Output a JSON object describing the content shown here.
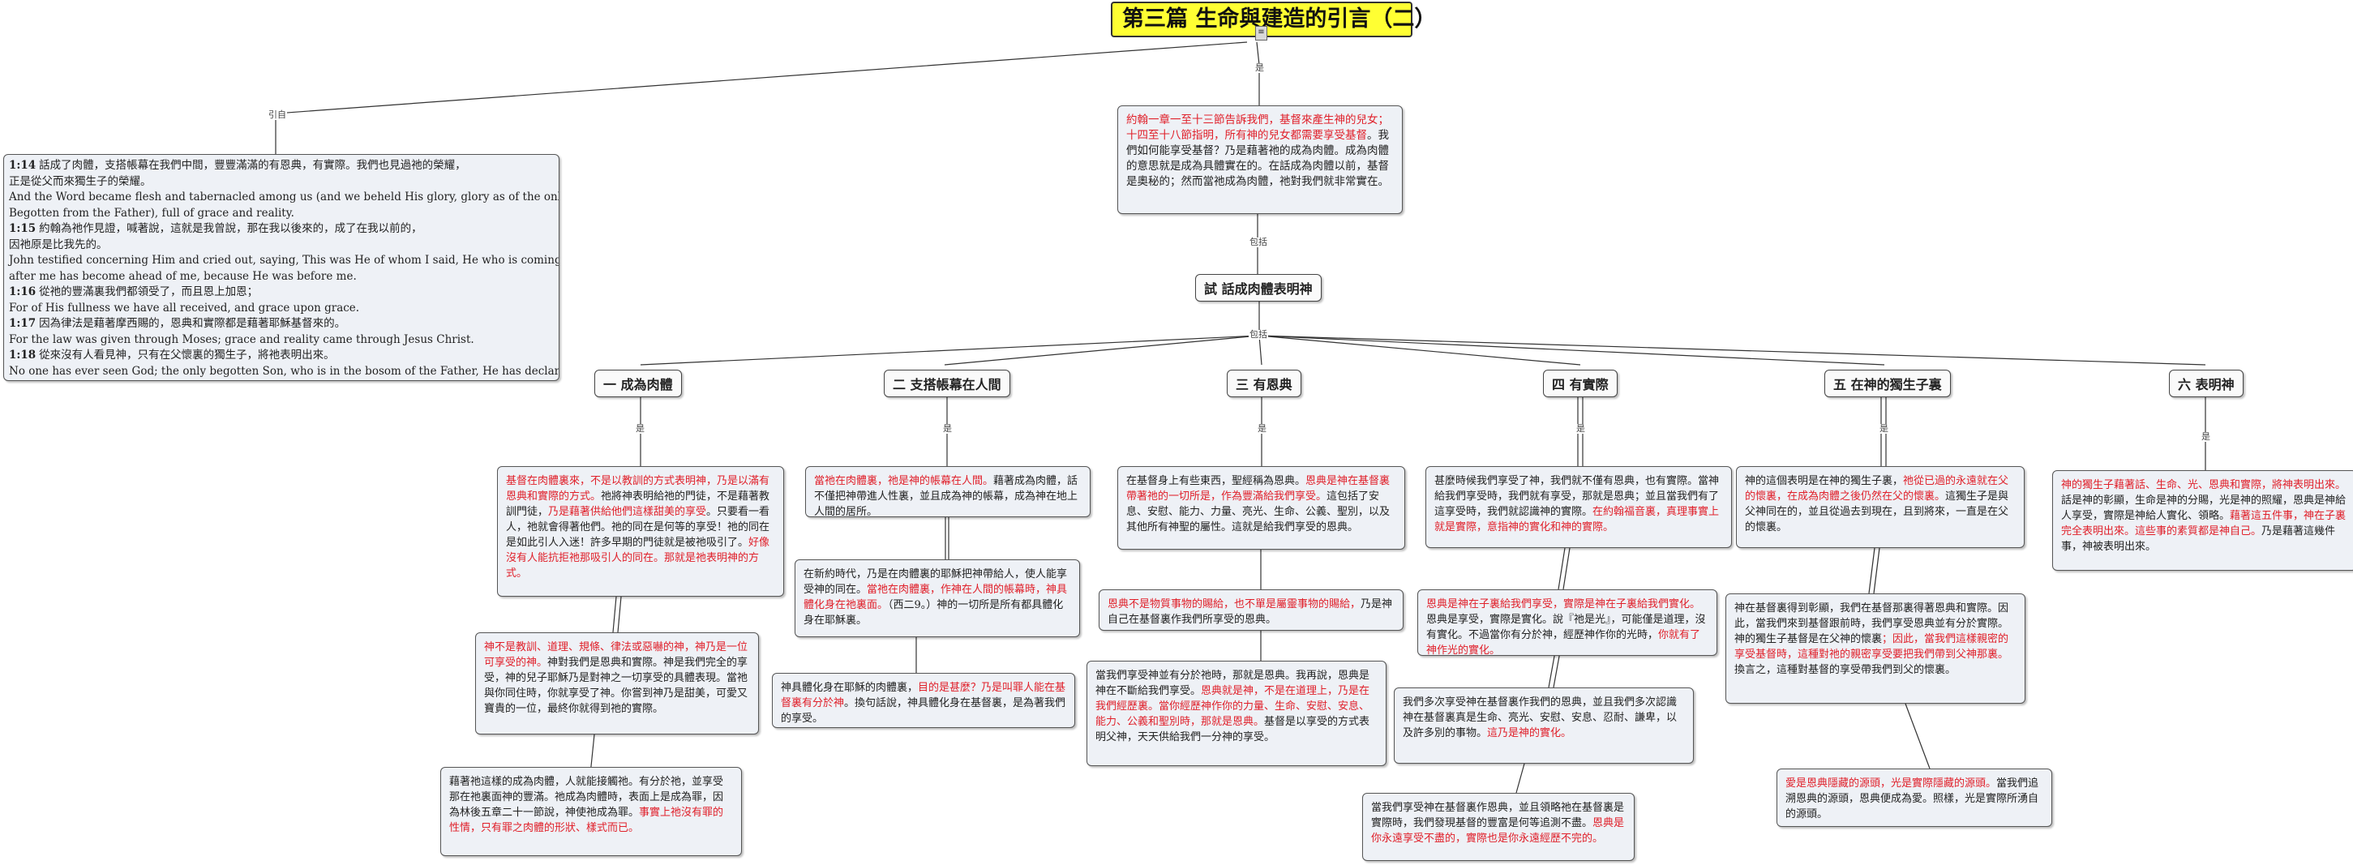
{
  "title": "第三篇 生命與建造的引言（二）",
  "labels": {
    "quote": "引自",
    "outline": "是",
    "include1": "包括",
    "include2": "包括",
    "is": "是"
  },
  "verses": [
    {
      "ref": "1:14",
      "zh": "話成了肉體，支搭帳幕在我們中間，豐豐滿滿的有恩典，有實際。我們也見過祂的榮耀，",
      "zh2": "正是從父而來獨生子的榮耀。",
      "en": "And the Word became flesh and tabernacled among us (and we beheld His glory, glory as of the only",
      "en2": "Begotten from the Father), full of grace and reality."
    },
    {
      "ref": "1:15",
      "zh": "約翰為祂作見證，喊著說，這就是我曾說，那在我以後來的，成了在我以前的，",
      "zh2": "因祂原是比我先的。",
      "en": "John testified concerning Him and cried out, saying, This was He of whom I said, He who is coming",
      "en2": "after me has become ahead of me, because He was before me."
    },
    {
      "ref": "1:16",
      "zh": "從祂的豐滿裏我們都領受了，而且恩上加恩；",
      "zh2": "",
      "en": "For of His fullness we have all received, and grace upon grace.",
      "en2": ""
    },
    {
      "ref": "1:17",
      "zh": "因為律法是藉著摩西賜的，恩典和實際都是藉著耶穌基督來的。",
      "zh2": "",
      "en": "For the law was given through Moses; grace and reality came through Jesus Christ.",
      "en2": ""
    },
    {
      "ref": "1:18",
      "zh": "從來沒有人看見神，只有在父懷裏的獨生子，將祂表明出來。",
      "zh2": "",
      "en": "No one has ever seen God; the only begotten Son, who is in the bosom of the Father, He has declared Him.",
      "en2": ""
    }
  ],
  "intro": {
    "red": "約翰一章一至十三節告訴我們，基督來產生神的兒女；十四至十八節指明，所有神的兒女都需要享受基督",
    "black": "。我們如何能享受基督？乃是藉著祂的成為肉體。成為肉體的意思就是成為具體實在的。在話成為肉體以前，基督是奧秘的；然而當祂成為肉體，祂對我們就非常實在。"
  },
  "center_topic": "試 話成肉體表明神",
  "topics": [
    "一 成為肉體",
    "二 支搭帳幕在人間",
    "三 有恩典",
    "四 有實際",
    "五 在神的獨生子裏",
    "六 表明神"
  ],
  "col1": {
    "n1_red1": "基督在肉體裏來，不是以教訓的方式表明神，乃是以滿有恩典和實際的方式。",
    "n1_black": "祂將神表明給祂的門徒，不是藉著教訓門徒，",
    "n1_red2": "乃是藉著供給他們這樣甜美的享受",
    "n1_black2": "。只要看一看人，祂就會得著他們。祂的同在是何等的享受！祂的同在是如此引人入迷！許多早期的門徒就是被祂吸引了。",
    "n1_red3": "好像沒有人能抗拒祂那吸引人的同在。那就是祂表明神的方式。",
    "n2_red": "神不是教訓、道理、規條、律法或惡嚇的神，神乃是一位可享受的神。",
    "n2_black": "神對我們是恩典和實際。神是我們完全的享受，神的兒子耶穌乃是對神之一切享受的具體表現。當祂與你同住時，你就享受了神。你嘗到神乃是甜美，可愛又寶貴的一位，最終你就得到祂的實際。",
    "n3_black": "藉著祂這樣的成為肉體，人就能接觸祂。有分於祂，並享受那在祂裏面神的豐滿。祂成為肉體時，表面上是成為罪，因為林後五章二十一節說，神使祂成為罪。",
    "n3_red": "事實上祂沒有罪的性情，只有罪之肉體的形狀、樣式而已。"
  },
  "col2": {
    "n1_red": "當祂在肉體裏，祂是神的帳幕在人間。",
    "n1_black": "藉著成為肉體，話不僅把神帶進人性裏，並且成為神的帳幕，成為神在地上人間的居所。",
    "n2_black1": "在新約時代，乃是在肉體裏的耶穌把神帶給人，使人能享受神的同在。",
    "n2_red": "當祂在肉體裏，作神在人間的帳幕時，神具體化身在祂裏面。",
    "n2_black2": "（西二9。）神的一切所是所有都具體化身在耶穌裏。",
    "n3_black1": "神具體化身在耶穌的肉體裏，",
    "n3_red": "目的是甚麼？乃是叫罪人能在基督裏有分於神",
    "n3_black2": "。換句話說，神具體化身在基督裏，是為著我們的享受。"
  },
  "col3": {
    "n1_black1": "在基督身上有些東西，聖經稱為恩典。",
    "n1_red": "恩典是神在基督裏帶著祂的一切所是，作為豐滿給我們享受。",
    "n1_black2": "這包括了安息、安慰、能力、力量、亮光、生命、公義、聖別，以及其他所有神聖的屬性。這就是給我們享受的恩典。",
    "n2_red": "恩典不是物質事物的賜給，也不單是屬靈事物的賜給，",
    "n2_black": "乃是神自己在基督裏作我們所享受的恩典。",
    "n3_black1": "當我們享受神並有分於祂時，那就是恩典。我再說，恩典是神在不斷給我們享受。",
    "n3_red": "恩典就是神，不是在道理上，乃是在我們經歷裏。當你經歷神作你的力量、生命、安慰、安息、能力、公義和聖別時，那就是恩典。",
    "n3_black2": "基督是以享受的方式表明父神，天天供給我們一分神的享受。"
  },
  "col4": {
    "n1_black": "甚麼時候我們享受了神，我們就不僅有恩典，也有實際。當神給我們享受時，我們就有享受，那就是恩典；並且當我們有了這享受時，我們就認識神的實際。",
    "n1_red": "在約翰福音裏，真理事實上就是實際，意指神的實化和神的實際。",
    "n2_red1": "恩典是神在子裏給我們享受，實際是神在子裏給我們實化。",
    "n2_black": "恩典是享受，實際是實化。說『祂是光』，可能僅是道理，沒有實化。不過當你有分於神，經歷神作你的光時，",
    "n2_red2": "你就有了神作光的實化。",
    "n3_black": "我們多次享受神在基督裏作我們的恩典，並且我們多次認識神在基督裏真是生命、亮光、安慰、安息、忍耐、謙卑，以及許多別的事物。",
    "n3_red": "這乃是神的實化。",
    "n4_black": "當我們享受神在基督裏作恩典，並且領略祂在基督裏是實際時，我們發現基督的豐富是何等追測不盡。",
    "n4_red": "恩典是你永遠享受不盡的，實際也是你永遠經歷不完的。"
  },
  "col5": {
    "n1_black1": "神的這個表明是在神的獨生子裏，",
    "n1_red": "祂從已過的永遠就在父的懷裏，在成為肉體之後仍然在父的懷裏。",
    "n1_black2": "這獨生子是與父神同在的，並且從過去到現在，且到將來，一直是在父的懷裏。",
    "n2_black1": "神在基督裏得到彰顯，我們在基督那裏得著恩典和實際。因此，當我們來到基督跟前時，我們享受恩典並有分於實際。神的獨生子基督是在父神的懷裏",
    "n2_red": "；因此，當我們這樣親密的享受基督時，這種對祂的親密享受要把我們帶到父神那裏。",
    "n2_black2": "換言之，這種對基督的享受帶我們到父的懷裏。",
    "n3_red": "愛是恩典隱藏的源頭，光是實際隱藏的源頭。",
    "n3_black": "當我們追溯恩典的源頭，恩典便成為愛。照樣，光是實際所湧自的源頭。"
  },
  "col6": {
    "n1_red1": "神的獨生子藉著話、生命、光、恩典和實際，將神表明出來。",
    "n1_black1": "話是神的彰顯，生命是神的分賜，光是神的照耀，恩典是神給人享受，實際是神給人實化、領略。",
    "n1_red2": "藉著這五件事，神在子裏完全表明出來。這些事的素質都是神自己。",
    "n1_black2": "乃是藉著這幾件事，神被表明出來。"
  }
}
